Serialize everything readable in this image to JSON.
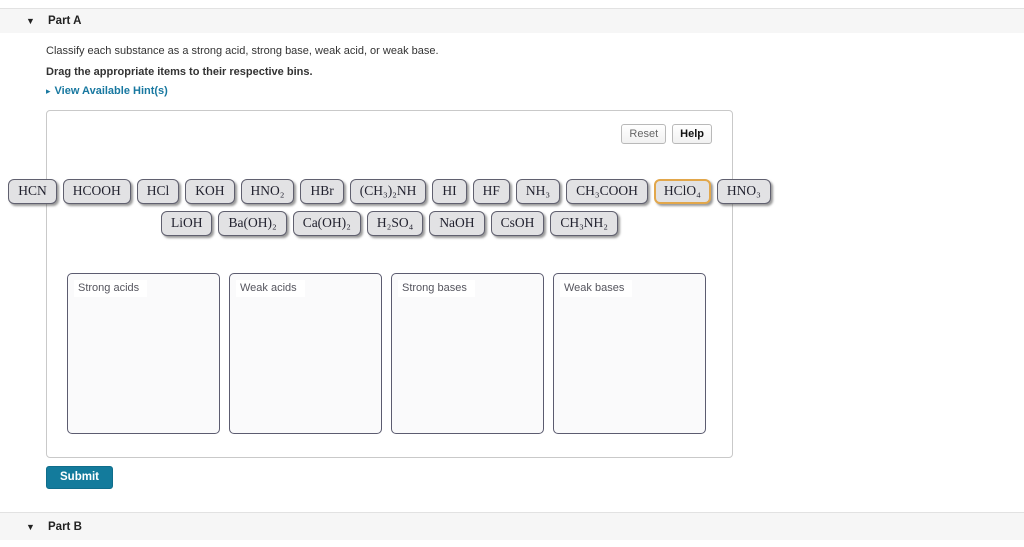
{
  "header": {
    "part_a_title": "Part A",
    "part_b_title": "Part B",
    "collapse_icon": "▼"
  },
  "instructions": {
    "classify_text": "Classify each substance as a strong acid, strong base, weak acid, or weak base.",
    "drag_text": "Drag the appropriate items to their respective bins."
  },
  "hints": {
    "icon": "▸",
    "label": "View Available Hint(s)"
  },
  "toolbar": {
    "reset_label": "Reset",
    "help_label": "Help"
  },
  "chips": {
    "row1": [
      "HCN",
      "HCOOH",
      "HCl",
      "KOH",
      "HNO₂",
      "HBr",
      "(CH₃)₂NH",
      "HI",
      "HF",
      "NH₃",
      "CH₃COOH",
      "HClO₄",
      "HNO₃"
    ],
    "row2": [
      "LiOH",
      "Ba(OH)₂",
      "Ca(OH)₂",
      "H₂SO₄",
      "NaOH",
      "CsOH",
      "CH₃NH₂"
    ],
    "highlighted": "HClO₄"
  },
  "bins": [
    {
      "label": "Strong acids"
    },
    {
      "label": "Weak acids"
    },
    {
      "label": "Strong bases"
    },
    {
      "label": "Weak bases"
    }
  ],
  "submit_label": "Submit",
  "colors": {
    "submit_teal": "#137b9c",
    "hint_teal": "#1878a0",
    "chip_highlight_border": "#e2a74b"
  }
}
